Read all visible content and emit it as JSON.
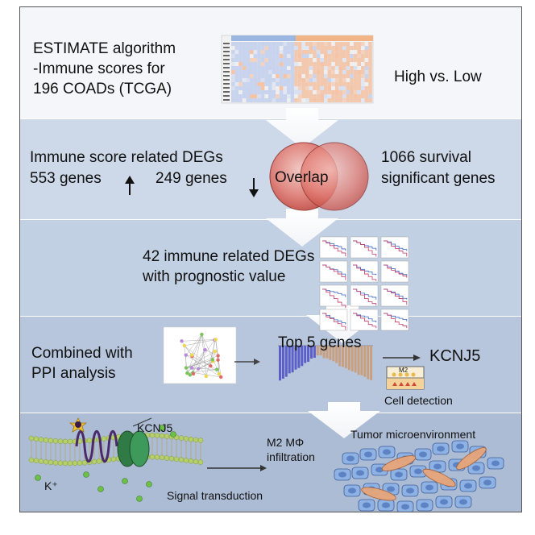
{
  "step1": {
    "title_line1": "ESTIMATE algorithm",
    "title_line2": "-Immune scores for",
    "title_line3": "196 COADs (TCGA)",
    "comparison": "High vs. Low"
  },
  "step2": {
    "deg_title": "Immune score related DEGs",
    "up_genes": "553 genes",
    "down_genes": "249 genes",
    "overlap_label": "Overlap",
    "survival_line1": "1066 survival",
    "survival_line2": "significant genes"
  },
  "step3": {
    "line1": "42 immune related DEGs",
    "line2": "with prognostic value"
  },
  "step4": {
    "line1": "Combined with",
    "line2": "PPI analysis",
    "top_genes": "Top 5 genes",
    "gene": "KCNJ5",
    "cell_detection": "Cell detection",
    "well_label": "M2"
  },
  "step5": {
    "channel_label": "KCNJ5",
    "ion_label": "K⁺",
    "m2_line1": "M2 MΦ",
    "m2_line2": "infiltration",
    "tumor": "Tumor microenvironment",
    "signal": "Signal transduction"
  },
  "colors": {
    "arrow": "#ffffff",
    "venn_fill": "#e06a63",
    "bar_blue": "#5b5fc7",
    "bar_tan": "#c9a07f",
    "membrane": "#b7cf6a",
    "cell": "#8db2e3",
    "macrophage": "#e6a57a"
  }
}
